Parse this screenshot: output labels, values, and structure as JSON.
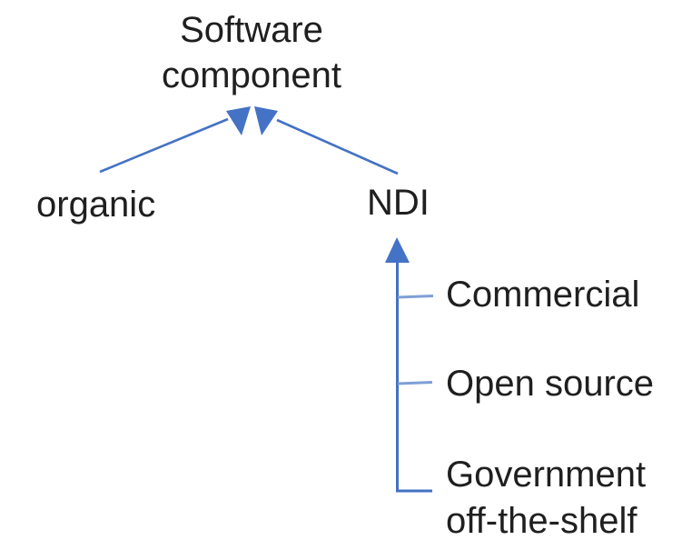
{
  "diagram": {
    "background": "#ffffff",
    "colors": {
      "accent": "#4472C4",
      "tick": "#7f9fd6",
      "text": "#1f1f1f"
    },
    "nodes": {
      "root": {
        "line1": "Software",
        "line2": "component"
      },
      "organic": {
        "label": "organic"
      },
      "ndi": {
        "label": "NDI"
      },
      "commercial": {
        "label": "Commercial"
      },
      "open_source": {
        "label": "Open source"
      },
      "gots": {
        "line1": "Government",
        "line2": "off-the-shelf"
      }
    },
    "edges": [
      {
        "from": "organic",
        "to": "root",
        "style": "solid-arrowhead"
      },
      {
        "from": "ndi",
        "to": "root",
        "style": "solid-arrowhead"
      },
      {
        "from": "commercial",
        "to": "ndi",
        "style": "tree-tick"
      },
      {
        "from": "open_source",
        "to": "ndi",
        "style": "tree-tick"
      },
      {
        "from": "gots",
        "to": "ndi",
        "style": "tree-elbow"
      }
    ]
  }
}
